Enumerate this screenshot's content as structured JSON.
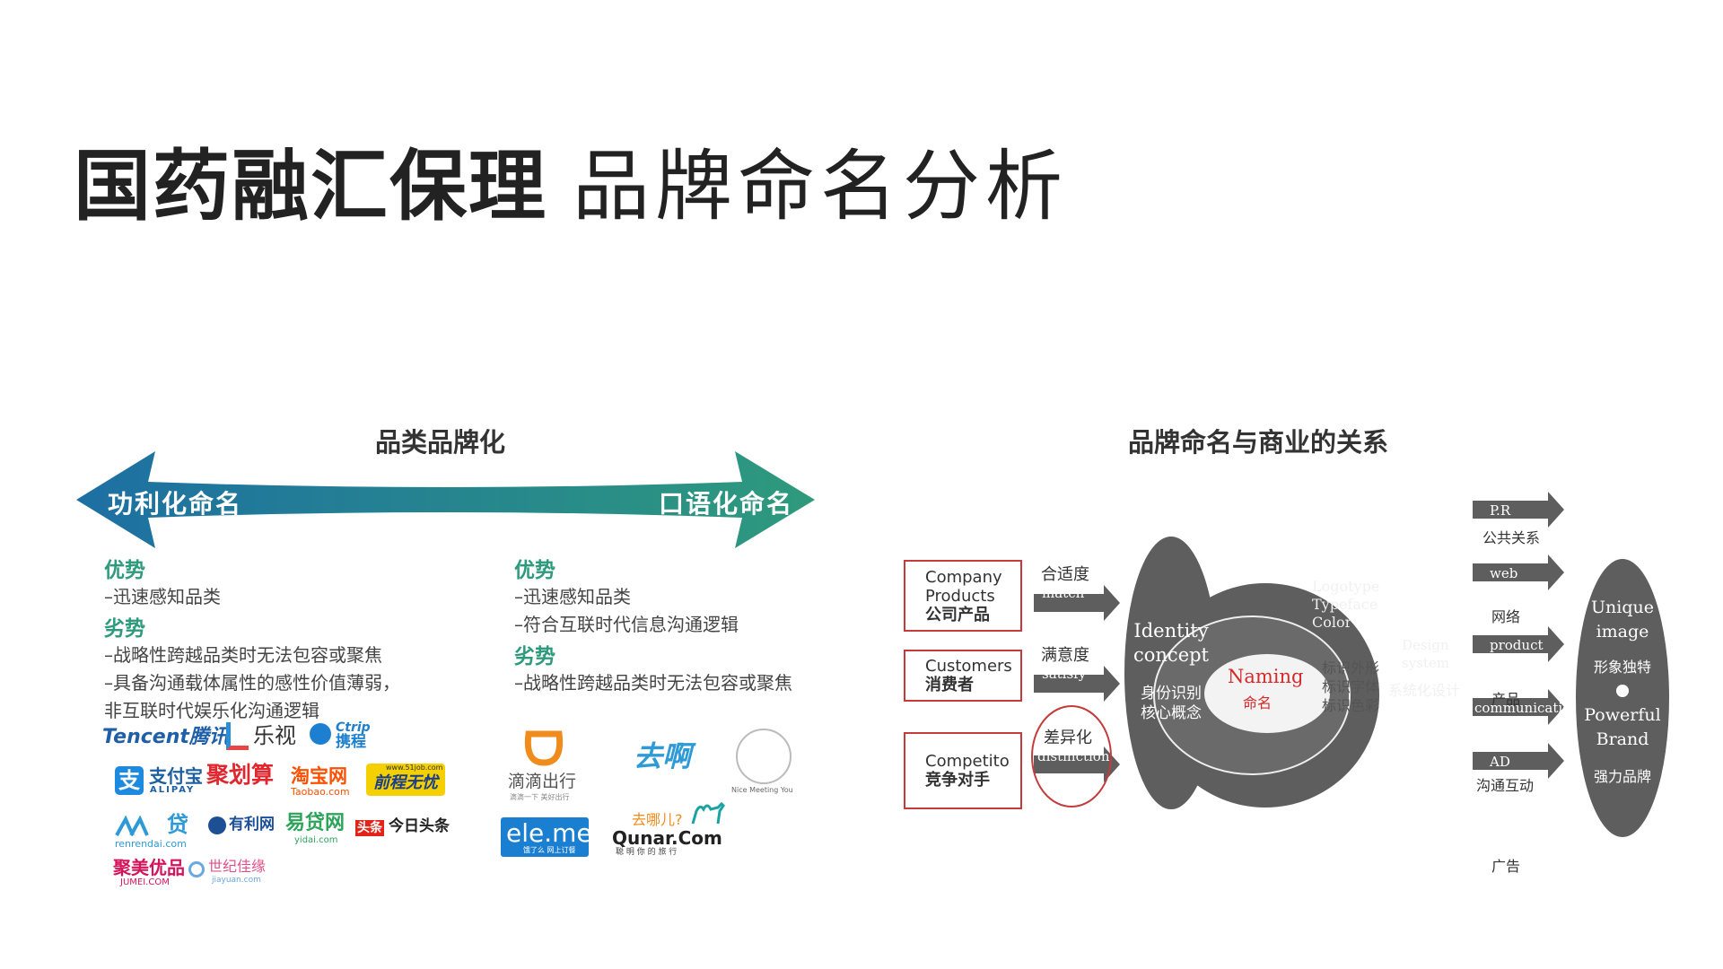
{
  "title": {
    "bold": "国药融汇保理",
    "thin": "品牌命名分析"
  },
  "left": {
    "heading": "品类品牌化",
    "arrow": {
      "left_label": "功利化命名",
      "right_label": "口语化命名",
      "left_color": "#1d6fa3",
      "right_color": "#2e9a7c"
    },
    "col1": {
      "adv_title": "优势",
      "adv": [
        "–迅速感知品类"
      ],
      "dis_title": "劣势",
      "dis": [
        "–战略性跨越品类时无法包容或聚焦",
        "–具备沟通载体属性的感性价值薄弱，",
        "非互联时代娱乐化沟通逻辑"
      ]
    },
    "col2": {
      "adv_title": "优势",
      "adv": [
        "–迅速感知品类",
        "–符合互联时代信息沟通逻辑"
      ],
      "dis_title": "劣势",
      "dis": [
        "–战略性跨越品类时无法包容或聚焦"
      ]
    },
    "logos_left": {
      "tencent": "Tencent腾讯",
      "letv": "乐视",
      "ctrip_en": "Ctrip",
      "ctrip_zh": "携程",
      "alipay_zh": "支付宝",
      "alipay_en": "ALIPAY",
      "juhuasuan": "聚划算",
      "taobao_zh": "淘宝网",
      "taobao_en": "Taobao.com",
      "qiancheng": "前程无忧",
      "qiancheng_url": "www.51job.com",
      "renrendai_url": "renrendai.com",
      "youliwang": "有利网",
      "yidaiwang": "易贷网",
      "yidai_url": "yidai.com",
      "toutiao_badge": "头条",
      "toutiao": "今日头条",
      "jumei": "聚美优品",
      "jumei_en": "JUMEI.COM",
      "shiji": "世纪佳缘",
      "shiji_url": "jiayuan.com"
    },
    "logos_right": {
      "didi": "滴滴出行",
      "didi_sub": "滴滴一下 美好出行",
      "qua": "去啊",
      "nice_sub": "Nice Meeting You",
      "eleme": "ele.me",
      "eleme_sub": "饿了么 网上订餐",
      "qunar_zh": "去哪儿?",
      "qunar": "Qunar.Com",
      "qunar_sub": "聪 明 你 的 旅 行"
    }
  },
  "right": {
    "heading": "品牌命名与商业的关系",
    "boxes": [
      {
        "en1": "Company",
        "en2": "Products",
        "zh": "公司产品"
      },
      {
        "en1": "Customers",
        "en2": "",
        "zh": "消费者"
      },
      {
        "en1": "Competito",
        "en2": "",
        "zh": "竞争对手"
      }
    ],
    "arrows_in": [
      {
        "zh": "合适度",
        "en": "match"
      },
      {
        "zh": "满意度",
        "en": "satisfy"
      },
      {
        "zh": "差异化",
        "en": "distinction"
      }
    ],
    "identity": {
      "en1": "Identity",
      "en2": "concept",
      "zh1": "身份识别",
      "zh2": "核心概念"
    },
    "big": {
      "logo1": "Logotype",
      "logo2": "Typeface",
      "logo3": "Color",
      "design1": "Design",
      "design2": "system",
      "design_zh": "系统化设计"
    },
    "inner": {
      "l1": "标识外形",
      "l2": "标识字体",
      "l3": "标识色彩"
    },
    "naming": {
      "en": "Naming",
      "zh": "命名",
      "color": "#d62a2a"
    },
    "arrows_out": [
      {
        "en": "P.R",
        "zh": "公共关系"
      },
      {
        "en": "web",
        "zh": "网络"
      },
      {
        "en": "product",
        "zh": "产品"
      },
      {
        "en": "communication",
        "zh": "沟通互动"
      },
      {
        "en": "AD",
        "zh": "广告"
      }
    ],
    "outcome": {
      "en1": "Unique",
      "en2": "image",
      "zh1": "形象独特",
      "en3": "Powerful",
      "en4": "Brand",
      "zh2": "强力品牌"
    }
  }
}
